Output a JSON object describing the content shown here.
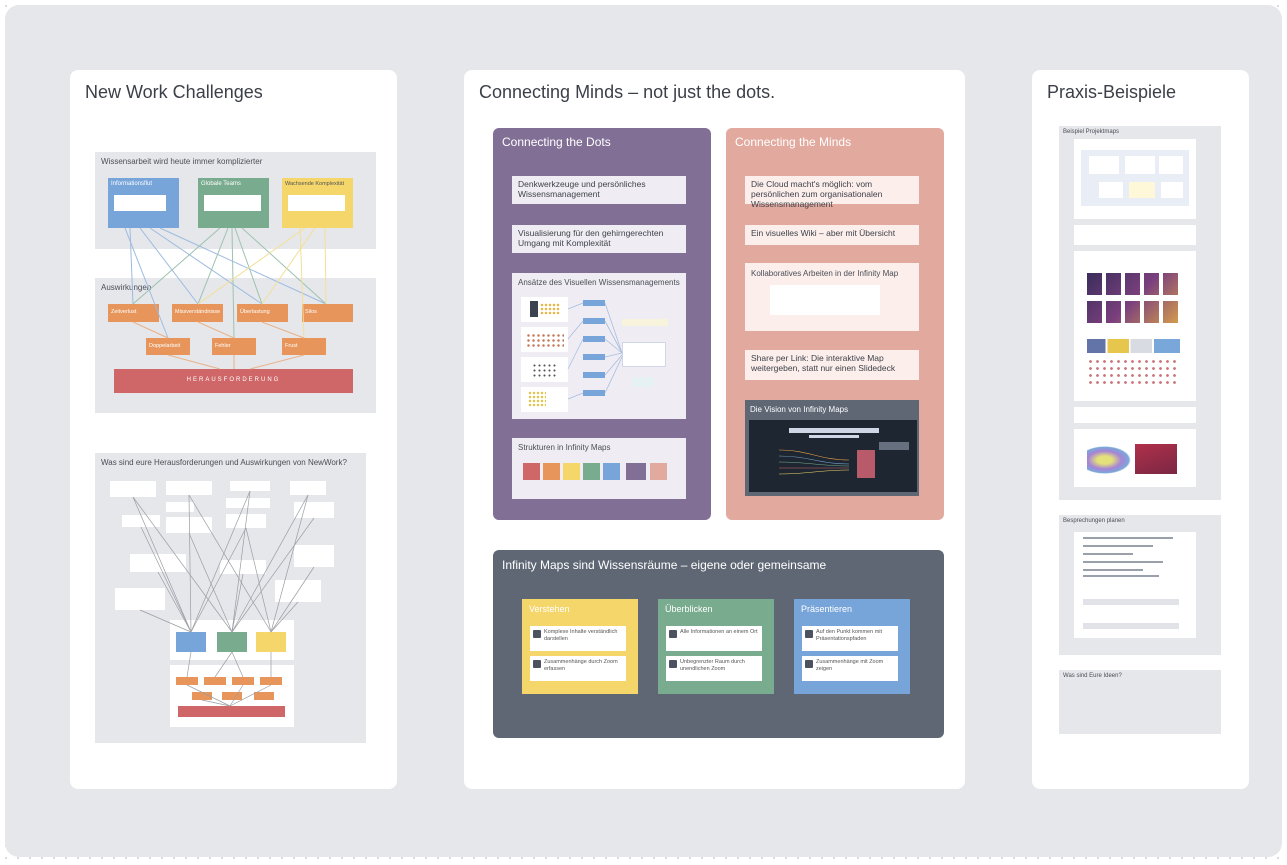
{
  "cards": {
    "left_title": "New Work Challenges",
    "middle_title": "Connecting Minds – not just the dots.",
    "right_title": "Praxis-Beispiele"
  },
  "left": {
    "section1_title": "Wissensarbeit wird heute immer komplizierter",
    "section1_boxes": [
      {
        "label": "Informationsflut",
        "color": "#77a4d9"
      },
      {
        "label": "Globale Teams",
        "color": "#79ab8e"
      },
      {
        "label": "Wachsende Komplexität",
        "color": "#f5d66b"
      }
    ],
    "section2_title": "Auswirkungen",
    "effects": [
      "Zeitverlust",
      "Missverständnisse",
      "Überlastung",
      "Silos",
      "Doppelarbeit",
      "Fehler",
      "Frust"
    ],
    "bottom_bar": "HERAUSFORDERUNG",
    "section3_title": "Was sind eure Herausforderungen und Auswirkungen von NewWork?",
    "colors": {
      "orange": "#e7955a",
      "red": "#cf6667"
    }
  },
  "middle": {
    "dots_title": "Connecting the Dots",
    "dots_notes": [
      "Denkwerkzeuge und persönliches Wissensmanagement",
      "Visualisierung für den gehirngerechten Umgang mit Komplexität"
    ],
    "dots_analysis_title": "Ansätze des Visuellen Wissensmanagements",
    "dots_structures_title": "Strukturen in Infinity Maps",
    "minds_title": "Connecting the Minds",
    "minds_notes": [
      "Die Cloud macht's möglich: vom persönlichen zum organisationalen Wissensmanagement",
      "Ein visuelles Wiki – aber mit Übersicht",
      "Kollaboratives Arbeiten in der Infinity Map",
      "Share per Link: Die interaktive Map weitergeben, statt nur einen Slidedeck"
    ],
    "minds_vision_title": "Die Vision von Infinity Maps",
    "bottom_title": "Infinity Maps sind Wissensräume – eigene oder gemeinsame",
    "columns": [
      {
        "title": "Verstehen",
        "color": "#f5d66b",
        "items": [
          "Komplexe Inhalte verständlich darstellen",
          "Zusammenhänge durch Zoom erfassen"
        ]
      },
      {
        "title": "Überblicken",
        "color": "#79ab8e",
        "items": [
          "Alle Informationen an einem Ort",
          "Unbegrenzter Raum durch unendlichen Zoom"
        ]
      },
      {
        "title": "Präsentieren",
        "color": "#77a4d9",
        "items": [
          "Auf den Punkt kommen mit Präsentationspfaden",
          "Zusammenhänge mit Zoom zeigen"
        ]
      }
    ],
    "colors": {
      "purple": "#816f96",
      "salmon": "#e2a99e",
      "slate": "#5f6775"
    }
  },
  "right": {
    "section1_title": "Beispiel Projektmaps",
    "section2_title": "Besprechungen planen",
    "section3_title": "Was sind Eure Ideen?"
  }
}
